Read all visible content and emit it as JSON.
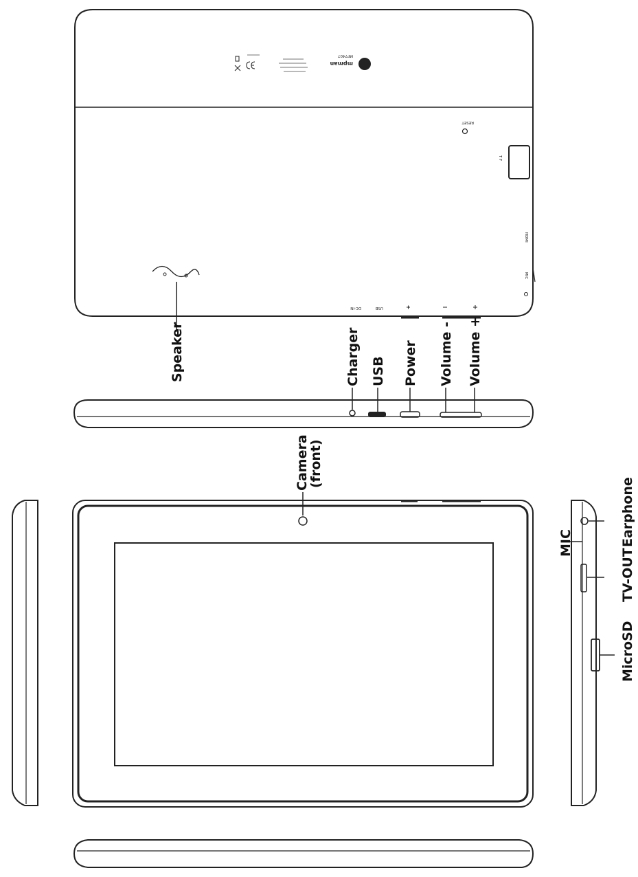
{
  "callouts": {
    "speaker": "Speaker",
    "charger": "Charger",
    "usb": "USB",
    "power": "Power",
    "volume_down": "Volume -",
    "volume_up": "Volume +",
    "camera_line1": "Camera",
    "camera_line2": "(front)",
    "mic": "MIC",
    "earphone": "Earphone",
    "tv_out": "TV-OUT",
    "microsd": "MicroSD"
  },
  "back_panel": {
    "brand": "mpman",
    "model": "MP7407",
    "dc_in": "DC-IN",
    "usb": "USB",
    "reset": "RESET",
    "hdmi": "HDMI",
    "mic": "MIC",
    "tf": "T F"
  }
}
